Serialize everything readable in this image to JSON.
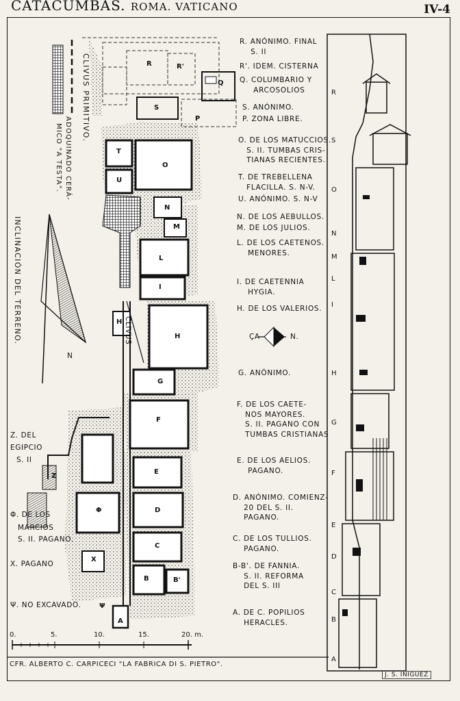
{
  "header": {
    "title": "CATACUMBAS.",
    "subtitle": "ROMA. VATICANO",
    "page_code": "IV-4"
  },
  "legend_vertical": {
    "clivus": "CLIVUS PRIMITIVO.",
    "adoquinado_line1": "ADOQUINADO CERÁ-",
    "adoquinado_line2": "MICO \"A TESTA\"."
  },
  "terrain_label": "INCLINACIÓN DEL TERRENO.",
  "terrain_north": "N",
  "plan_labels": {
    "clivus": "CLIVUS",
    "z_del_egipcio_1": "Z. DEL",
    "z_del_egipcio_2": "EGIPCIO",
    "z_del_egipcio_3": "S. II",
    "phi_marcios_1": "Φ. DE LOS",
    "phi_marcios_2": "MARCIOS",
    "phi_marcios_3": "S. II. PAGANO.",
    "x_pagano": "X. PAGANO",
    "psi_no_excavado": "Ψ. NO EXCAVADO."
  },
  "room_letters": [
    "R",
    "R'",
    "Q",
    "S",
    "P",
    "O",
    "T",
    "U",
    "N",
    "M",
    "L",
    "I",
    "H",
    "G",
    "F",
    "E",
    "D",
    "C",
    "B",
    "A",
    "Z",
    "Φ",
    "X",
    "Ψ",
    "H'",
    "B'"
  ],
  "legend": [
    "R. ANÓNIMO. FINAL\n    S. II",
    "R'. IDEM. CISTERNA",
    "Q. COLUMBARIO Y\n     ARCOSOLIOS",
    "S. ANÓNIMO.",
    "P. ZONA LIBRE.",
    "O. DE LOS MATUCCIOS.\n   S. II. TUMBAS CRIS-\n   TIANAS RECIENTES.",
    "T. DE TREBELLENA\n   FLACILLA. S. N-V.",
    "U. ANÓNIMO. S. N-V",
    "N. DE LOS AEBULLOS.",
    "M. DE LOS JULIOS.",
    "L. DE LOS CAETENOS.\n    MENORES.",
    "I. DE CAETENNIA\n    HYGIA.",
    "H. DE LOS VALERIOS.",
    "G. ANÓNIMO.",
    "F. DE LOS CAETE-\n   NOS MAYORES.\n   S. II. PAGANO CON\n   TUMBAS CRISTIANAS",
    "E. DE LOS AELIOS.\n    PAGANO.",
    "D. ANÓNIMO. COMIENZ-\n    20 DEL S. II.\n    PAGANO.",
    "C. DE LOS TULLIOS.\n    PAGANO.",
    "B-B'. DE FANNIA.\n    S. II. REFORMA\n    DEL S. III",
    "A. DE C. POPILIOS\n    HERACLES."
  ],
  "compass": {
    "left": "ÇA",
    "right": "N."
  },
  "scale": {
    "ticks": [
      "0.",
      "5.",
      "10.",
      "15.",
      "20. m."
    ]
  },
  "elevation_letters": [
    "R",
    "S",
    "O",
    "N",
    "M",
    "L",
    "I",
    "H",
    "G",
    "F",
    "E",
    "D",
    "C",
    "B",
    "A"
  ],
  "credit": "CFR. ALBERTO C. CARPICECI \"LA FABRICA DI S. PIETRO\".",
  "signature": "J. S. IÑIGUEZ"
}
